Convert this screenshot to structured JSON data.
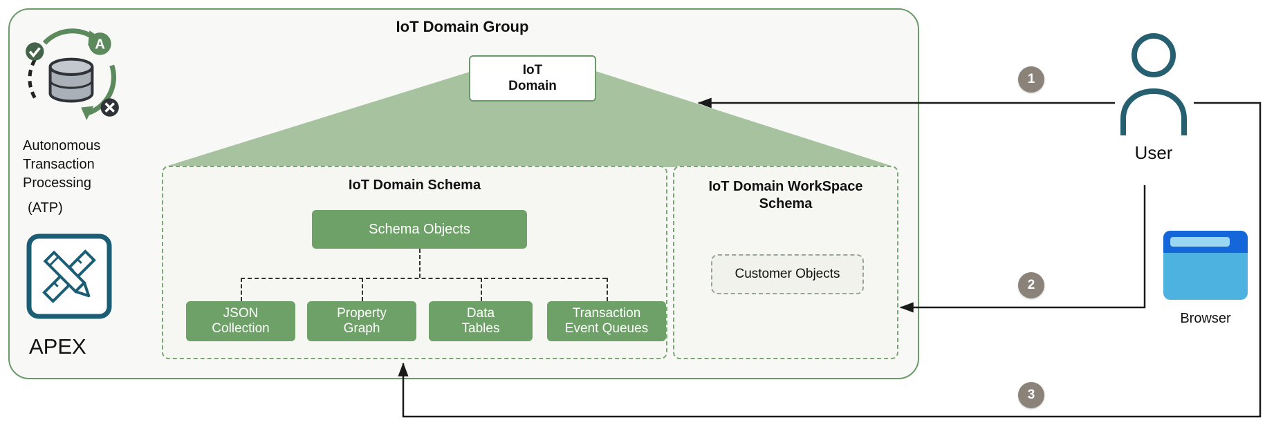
{
  "diagram": {
    "group_title": "IoT Domain Group",
    "domain_node": "IoT\nDomain",
    "schema": {
      "title": "IoT Domain Schema",
      "root_label": "Schema Objects",
      "children": [
        "JSON\nCollection",
        "Property\nGraph",
        "Data\nTables",
        "Transaction\nEvent Queues"
      ]
    },
    "workspace": {
      "title": "IoT Domain WorkSpace\nSchema",
      "object_label": "Customer Objects"
    },
    "atp": {
      "caption": "Autonomous\nTransaction\nProcessing",
      "abbr": "(ATP)"
    },
    "apex": {
      "caption": "APEX"
    },
    "actors": {
      "user_label": "User",
      "browser_label": "Browser"
    },
    "badges": [
      {
        "number": "1"
      },
      {
        "number": "2"
      },
      {
        "number": "3"
      }
    ],
    "colors": {
      "group_border_green": "#6a9a68",
      "node_green": "#6da167",
      "fan_green": "#a7c29f",
      "badge_gray": "#8b8279",
      "icon_teal": "#266070",
      "browser_blue": "#4db2e0",
      "browser_bar_blue": "#1567d9",
      "arrow_black": "#1a1a1a"
    }
  }
}
